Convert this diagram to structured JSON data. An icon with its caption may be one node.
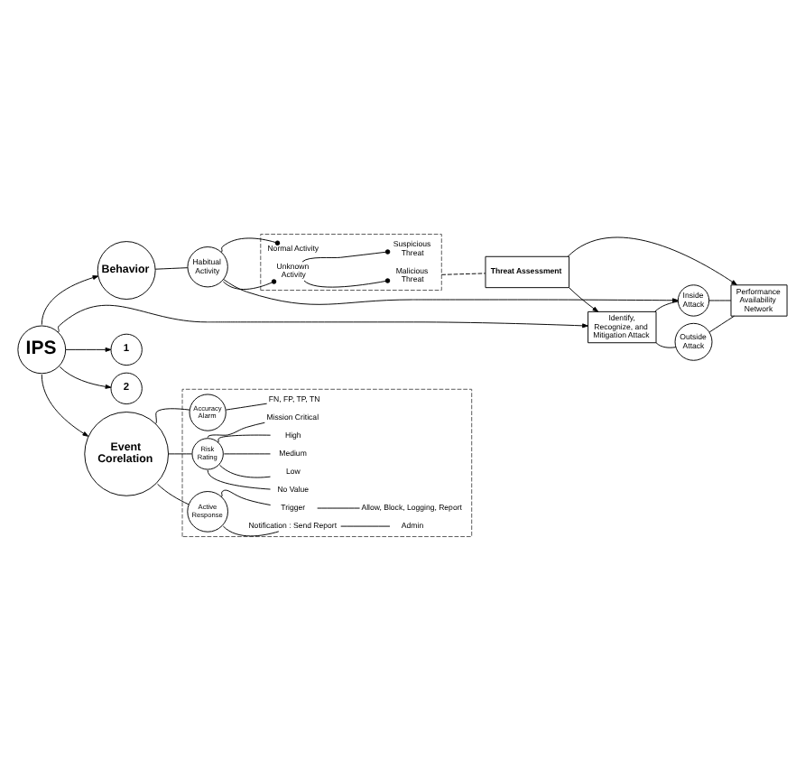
{
  "diagram": {
    "nodes": [
      {
        "text": [
          "IPS"
        ]
      },
      {
        "text": [
          "Behavior"
        ]
      },
      {
        "text": [
          "Habitual Activity"
        ]
      },
      {
        "text": [],
        "shape": "box"
      },
      {
        "text": [
          "Normal Activity"
        ],
        "in": 3
      },
      {
        "text": [
          "Unknown Activity"
        ],
        "in": 3
      },
      {
        "text": [
          "Suspicious Threat"
        ],
        "in": 3
      },
      {
        "text": [
          "Malicious Threat"
        ],
        "in": 3
      },
      {
        "text": [
          "Threat Assessment"
        ]
      },
      {
        "text": [
          "Identify, Recognize, and Mitigation Attack"
        ]
      },
      {
        "text": [
          "Inside Attack"
        ]
      },
      {
        "text": [
          "Outside Attack"
        ]
      },
      {
        "text": [
          "Performance Availability Network"
        ]
      },
      {
        "text": [
          "1"
        ]
      },
      {
        "text": [
          "2"
        ]
      },
      {
        "text": [
          "Event Corelation"
        ]
      },
      {
        "text": [],
        "shape": "box"
      },
      {
        "text": [
          "Accuracy Alarm"
        ],
        "in": 16
      },
      {
        "text": [
          "Risk Rating"
        ],
        "in": 16
      },
      {
        "text": [
          "Active Response"
        ],
        "in": 16
      },
      {
        "text": [
          "FN, FP, TP, TN"
        ],
        "in": 16
      },
      {
        "text": [
          "Mission Critical"
        ],
        "in": 16
      },
      {
        "text": [
          "High"
        ],
        "in": 16
      },
      {
        "text": [
          "Medium"
        ],
        "in": 16
      },
      {
        "text": [
          "Low"
        ],
        "in": 16
      },
      {
        "text": [
          "No Value"
        ],
        "in": 16
      },
      {
        "text": [
          "Trigger"
        ],
        "in": 16
      },
      {
        "text": [
          "Allow, Block, Logging, Report"
        ],
        "in": 16
      },
      {
        "text": [
          "Notification : Send Report"
        ],
        "in": 16
      },
      {
        "text": [
          "Admin"
        ],
        "in": 16
      }
    ],
    "edges": [
      {
        "from": 0,
        "to": 1,
        "arrow": "to"
      },
      {
        "from": 0,
        "to": 9,
        "arrow": "to"
      },
      {
        "from": 0,
        "to": 13,
        "arrow": "to"
      },
      {
        "from": 0,
        "to": 14,
        "arrow": "to"
      },
      {
        "from": 0,
        "to": 15,
        "arrow": "to"
      },
      {
        "from": 1,
        "to": 2,
        "arrow": "none"
      },
      {
        "from": 2,
        "to": 10,
        "arrow": "to"
      },
      {
        "from": 2,
        "to": 4,
        "arrow": "other"
      },
      {
        "from": 2,
        "to": 5,
        "arrow": "other"
      },
      {
        "from": 5,
        "to": 6,
        "arrow": "other"
      },
      {
        "from": 5,
        "to": 7,
        "arrow": "other"
      },
      {
        "from": 3,
        "to": 8,
        "arrow": "none",
        "style": "dashed"
      },
      {
        "from": 8,
        "to": 12,
        "arrow": "to"
      },
      {
        "from": 8,
        "to": 9,
        "arrow": "to"
      },
      {
        "from": 9,
        "to": 10,
        "arrow": "none"
      },
      {
        "from": 9,
        "to": 11,
        "arrow": "none"
      },
      {
        "from": 10,
        "to": 12,
        "arrow": "none"
      },
      {
        "from": 11,
        "to": 12,
        "arrow": "none"
      },
      {
        "from": 15,
        "to": 17,
        "arrow": "none"
      },
      {
        "from": 15,
        "to": 18,
        "arrow": "none"
      },
      {
        "from": 15,
        "to": 19,
        "arrow": "none"
      },
      {
        "from": 17,
        "to": 20,
        "arrow": "none"
      },
      {
        "from": 18,
        "to": 21,
        "arrow": "none"
      },
      {
        "from": 18,
        "to": 22,
        "arrow": "none"
      },
      {
        "from": 18,
        "to": 23,
        "arrow": "none"
      },
      {
        "from": 18,
        "to": 24,
        "arrow": "none"
      },
      {
        "from": 18,
        "to": 25,
        "arrow": "none"
      },
      {
        "from": 19,
        "to": 26,
        "arrow": "none"
      },
      {
        "from": 19,
        "to": 28,
        "arrow": "none"
      },
      {
        "from": 26,
        "to": 27,
        "arrow": "none"
      },
      {
        "from": 28,
        "to": 29,
        "arrow": "none"
      }
    ]
  }
}
